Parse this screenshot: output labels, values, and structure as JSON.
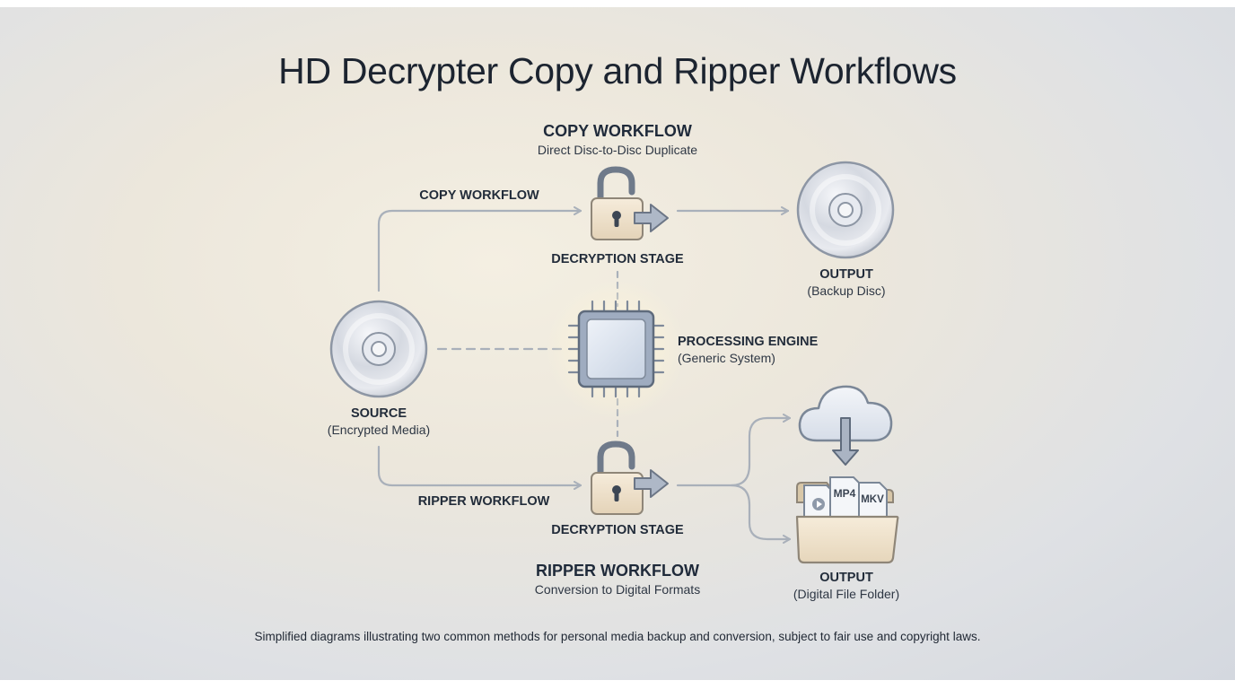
{
  "title": "HD Decrypter Copy and Ripper Workflows",
  "copy": {
    "heading": "COPY WORKFLOW",
    "subheading": "Direct Disc-to-Disc Duplicate",
    "path_label": "COPY WORKFLOW",
    "stage_label": "DECRYPTION STAGE"
  },
  "ripper": {
    "heading": "RIPPER WORKFLOW",
    "subheading": "Conversion to Digital Formats",
    "path_label": "RIPPER WORKFLOW",
    "stage_label": "DECRYPTION STAGE"
  },
  "source": {
    "label": "SOURCE",
    "note": "(Encrypted Media)"
  },
  "engine": {
    "label": "PROCESSING ENGINE",
    "note": "(Generic System)"
  },
  "output_disc": {
    "label": "OUTPUT",
    "note": "(Backup Disc)"
  },
  "output_folder": {
    "label": "OUTPUT",
    "note": "(Digital File Folder)",
    "file_mp4": "MP4",
    "file_mkv": "MKV"
  },
  "footnote": "Simplified diagrams illustrating two common methods for personal media backup and conversion, subject to fair use and copyright laws.",
  "colors": {
    "accent_line": "#a9b0ba",
    "lock_body": "#efe3cf",
    "disc": "#c9ced8",
    "chip": "#c3cfe0"
  },
  "icons": [
    "disc-icon",
    "lock-icon",
    "chip-icon",
    "cloud-download-icon",
    "folder-icon",
    "arrow-icon"
  ]
}
